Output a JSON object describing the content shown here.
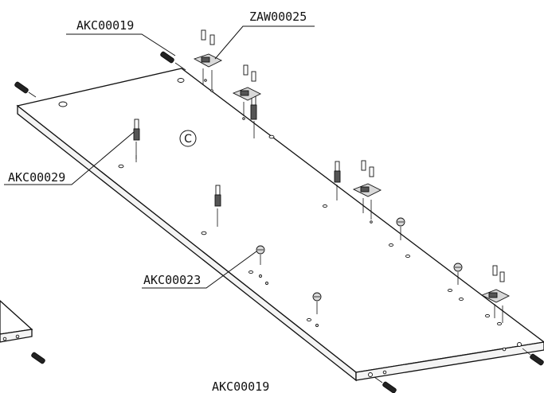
{
  "labels": {
    "akc00019_top": "AKC00019",
    "zaw00025": "ZAW00025",
    "akc00029": "AKC00029",
    "akc00023": "AKC00023",
    "akc00019_bottom": "AKC00019",
    "panel_letter": "C"
  }
}
